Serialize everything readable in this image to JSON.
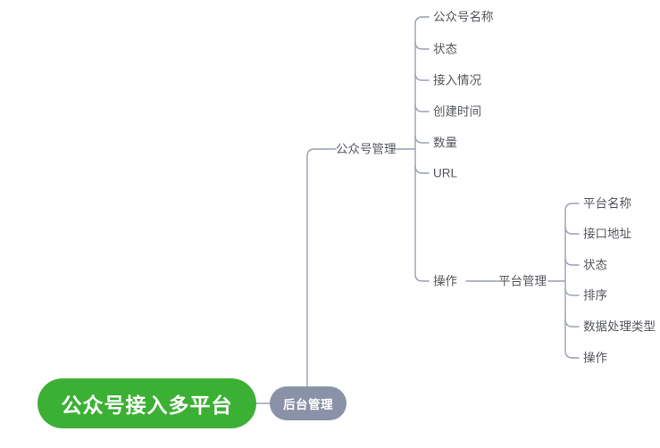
{
  "diagram": {
    "type": "mind-map",
    "title": "公众号接入多平台",
    "colors": {
      "root_fill": "#3cb034",
      "branch_fill": "#8a92a8",
      "line": "#9aa0b4",
      "label_text": "#55585e",
      "node_text": "#ffffff",
      "background": "#ffffff"
    },
    "root": {
      "label": "公众号接入多平台"
    },
    "level1": {
      "label": "后台管理"
    },
    "level2": [
      {
        "label": "公众号管理"
      },
      {
        "label": "平台管理"
      }
    ],
    "gongzhonghao_items": [
      {
        "label": "公众号名称"
      },
      {
        "label": "状态"
      },
      {
        "label": "接入情况"
      },
      {
        "label": "创建时间"
      },
      {
        "label": "数量"
      },
      {
        "label": "URL"
      },
      {
        "label": "操作"
      }
    ],
    "pingtai_items": [
      {
        "label": "平台名称"
      },
      {
        "label": "接口地址"
      },
      {
        "label": "状态"
      },
      {
        "label": "排序"
      },
      {
        "label": "数据处理类型"
      },
      {
        "label": "操作"
      }
    ]
  }
}
